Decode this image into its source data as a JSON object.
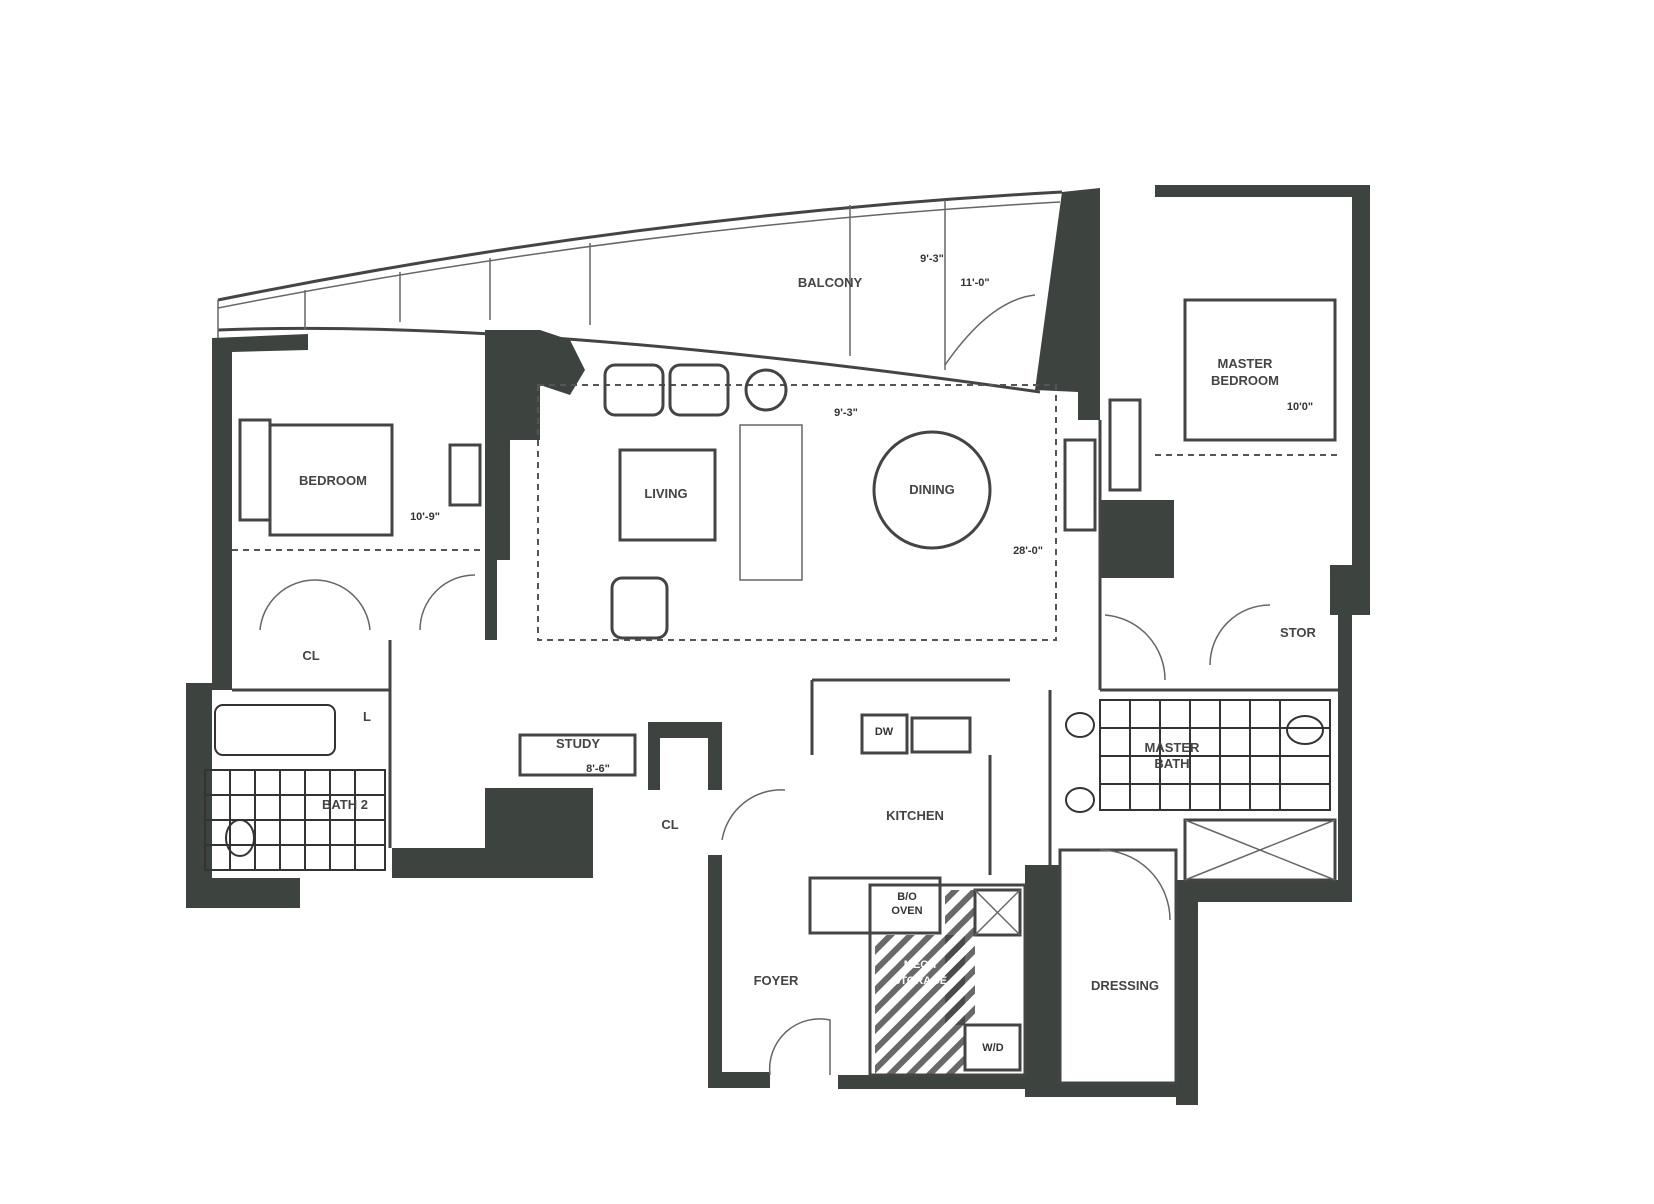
{
  "colors": {
    "wall": "#3d4440",
    "background": "#ffffff",
    "line": "#444444"
  },
  "rooms": {
    "balcony": "BALCONY",
    "bedroom": "BEDROOM",
    "living": "LIVING",
    "dining": "DINING",
    "master_bedroom_1": "MASTER",
    "master_bedroom_2": "BEDROOM",
    "closet_bedroom": "CL",
    "storage": "STOR",
    "linen": "L",
    "study": "STUDY",
    "bath2": "BATH 2",
    "closet_hall": "CL",
    "kitchen": "KITCHEN",
    "dishwasher": "DW",
    "master_bath_1": "MASTER",
    "master_bath_2": "BATH",
    "foyer": "FOYER",
    "dressing": "DRESSING",
    "washer_dryer": "W/D",
    "mech_storage_1": "MECH",
    "mech_storage_2": "STORAGE",
    "oven_1": "B/O",
    "oven_2": "OVEN"
  },
  "dimensions": {
    "bedroom": "10'-9\"",
    "master_bedroom": "10'0\"",
    "study": "8'-6\"",
    "living_dining": "28'-0\"",
    "balcony_depth": "9'-3\"",
    "balcony_width": "11'-0\"",
    "living_depth": "9'-3\""
  }
}
